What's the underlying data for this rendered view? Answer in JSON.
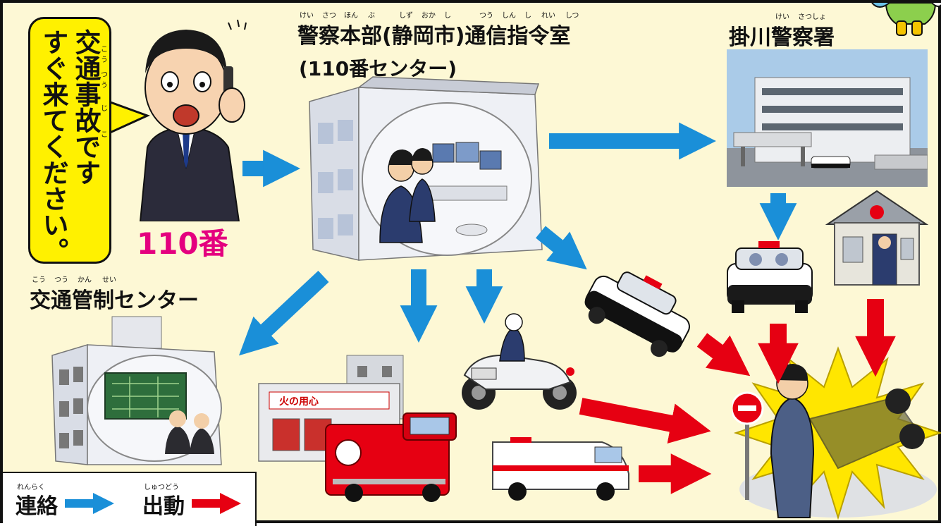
{
  "hq": {
    "title_line1": "警察本部(静岡市)通信指令室",
    "title_line2": "(110番センター)",
    "ruby": [
      "けい",
      "さつ",
      "ほん",
      "ぶ",
      "しず",
      "おか",
      "し",
      "つう",
      "しん",
      "し",
      "れい",
      "しつ"
    ]
  },
  "station": {
    "title": "掛川警察署",
    "ruby": [
      "けい",
      "さつしょ"
    ]
  },
  "traffic": {
    "title": "交通管制センター",
    "ruby": [
      "こう",
      "つう",
      "かん",
      "せい"
    ]
  },
  "bubble": {
    "col1": "交通事故です",
    "col2": "すぐ来てください。",
    "ruby": [
      "こう",
      "つう",
      "じ",
      "こ"
    ]
  },
  "caller": {
    "number": "110番"
  },
  "fire_sign": "火の用心",
  "legend": {
    "contact_label": "連絡",
    "contact_ruby": "れんらく",
    "dispatch_label": "出動",
    "dispatch_ruby": "しゅつどう"
  },
  "colors": {
    "background": "#fdf8d5",
    "contact_arrow": "#1a8fd8",
    "dispatch_arrow": "#e60012",
    "number_magenta": "#e4007f",
    "bubble_yellow": "#fff100"
  },
  "icons": {
    "contact": "blue-arrow-icon",
    "dispatch": "red-arrow-icon"
  }
}
